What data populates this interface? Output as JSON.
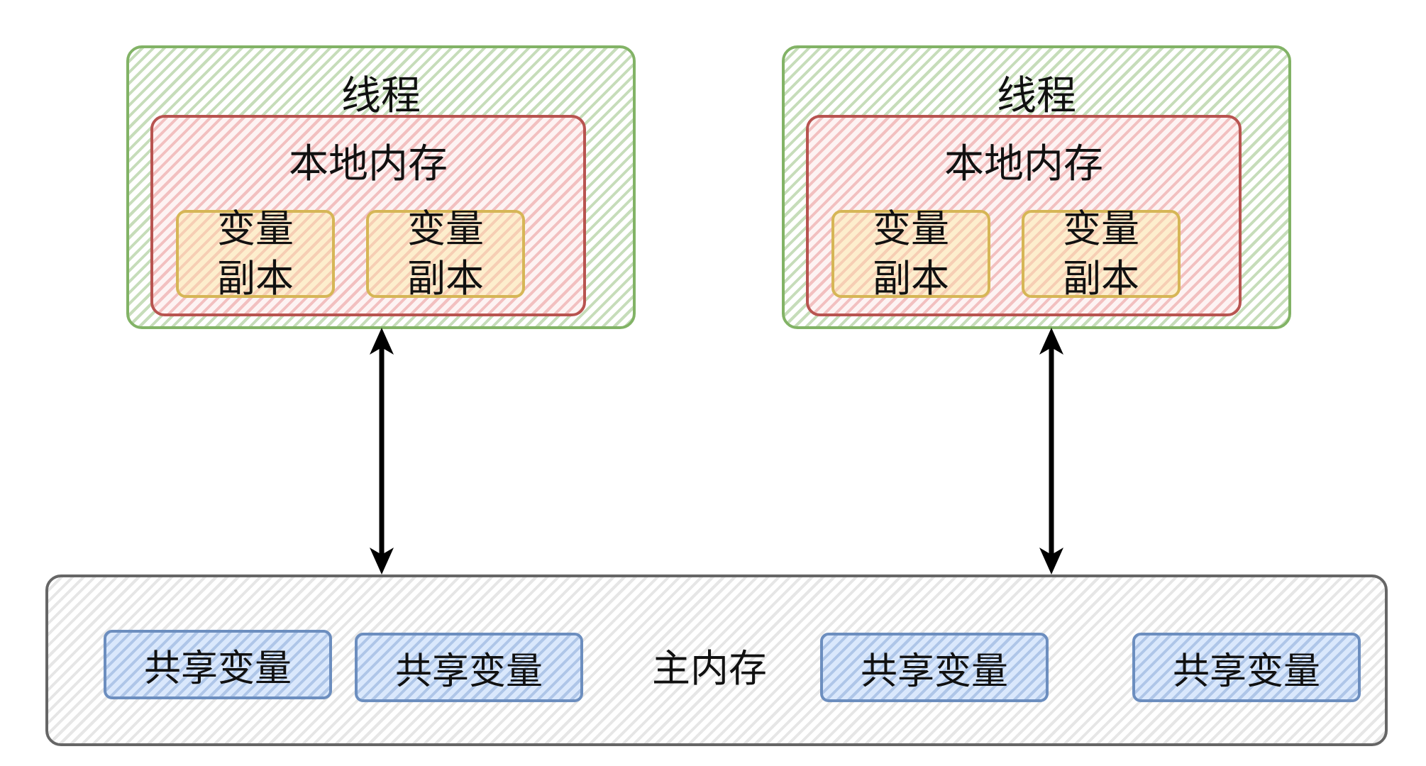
{
  "threads": [
    {
      "title": "线程",
      "local_memory": "本地内存",
      "copies": [
        {
          "line1": "变量",
          "line2": "副本"
        },
        {
          "line1": "变量",
          "line2": "副本"
        }
      ]
    },
    {
      "title": "线程",
      "local_memory": "本地内存",
      "copies": [
        {
          "line1": "变量",
          "line2": "副本"
        },
        {
          "line1": "变量",
          "line2": "副本"
        }
      ]
    }
  ],
  "main_memory": {
    "label": "主内存",
    "shared_variables": [
      "共享变量",
      "共享变量",
      "共享变量",
      "共享变量"
    ]
  },
  "colors": {
    "thread_border": "#82b366",
    "local_border": "#b85450",
    "copy_border": "#d6b656",
    "main_border": "#666666",
    "shared_border": "#6c8ebf",
    "arrow": "#000000"
  }
}
